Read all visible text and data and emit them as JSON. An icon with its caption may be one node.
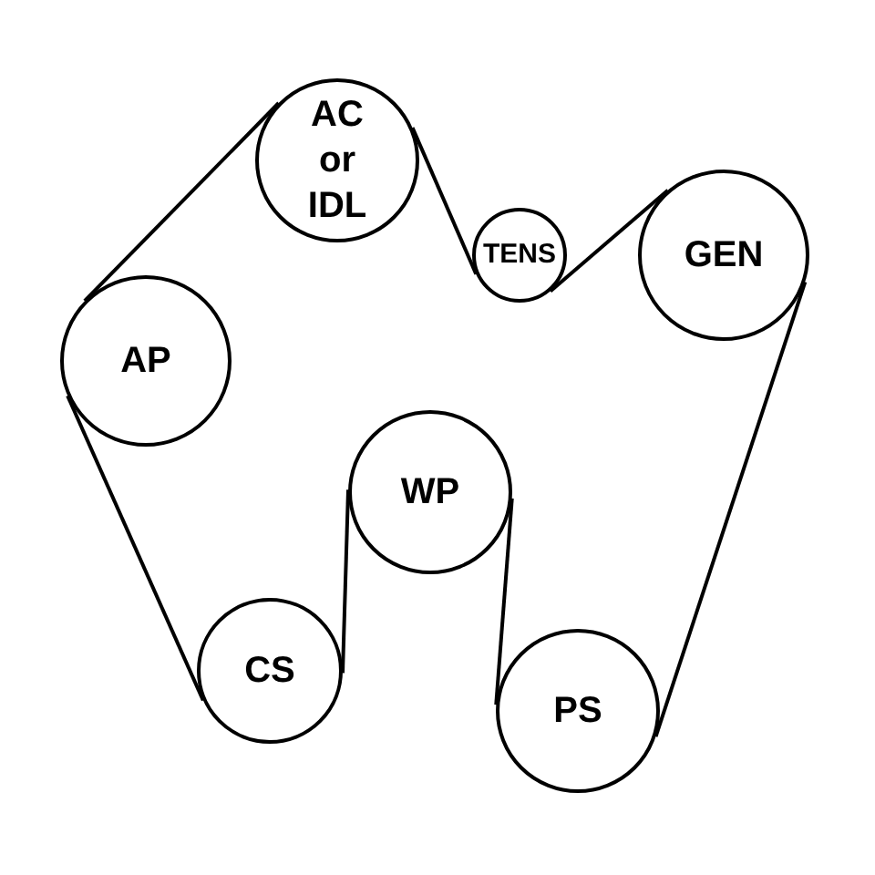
{
  "diagram": {
    "nodes": [
      {
        "text": [
          "AC or IDL"
        ]
      },
      {
        "text": [
          "TENS"
        ]
      },
      {
        "text": [
          "GEN"
        ]
      },
      {
        "text": [
          "AP"
        ]
      },
      {
        "text": [
          "WP"
        ]
      },
      {
        "text": [
          "CS"
        ]
      },
      {
        "text": [
          "PS"
        ]
      }
    ],
    "edges": [
      {
        "from": 3,
        "to": 0,
        "arrow": "none"
      },
      {
        "from": 0,
        "to": 1,
        "arrow": "none"
      },
      {
        "from": 1,
        "to": 2,
        "arrow": "none"
      },
      {
        "from": 2,
        "to": 6,
        "arrow": "none"
      },
      {
        "from": 6,
        "to": 4,
        "arrow": "none"
      },
      {
        "from": 4,
        "to": 5,
        "arrow": "none"
      },
      {
        "from": 5,
        "to": 3,
        "arrow": "none"
      }
    ]
  }
}
